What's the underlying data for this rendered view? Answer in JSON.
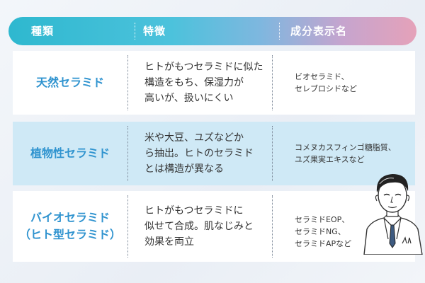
{
  "header": {
    "col1": "種類",
    "col2": "特徴",
    "col3": "成分表示名"
  },
  "rows": [
    {
      "name": "天然セラミド",
      "feature": "ヒトがもつセラミドに似た\n構造をもち、保湿力が\n高いが、扱いにくい",
      "ingredients": "ビオセラミド、\nセレブロシドなど"
    },
    {
      "name": "植物性セラミド",
      "feature": "米や大豆、ユズなどか\nら抽出。ヒトのセラミド\nとは構造が異なる",
      "ingredients": "コメヌカスフィンゴ糖脂質、\nユズ果実エキスなど"
    },
    {
      "name": "バイオセラミド\n（ヒト型セラミド）",
      "feature": "ヒトがもつセラミドに\n似せて合成。肌なじみと\n効果を両立",
      "ingredients": "セラミドEOP、\nセラミドNG、\nセラミドAPなど"
    }
  ],
  "colors": {
    "header_start": "#2eb8cf",
    "header_end": "#e5a2b9",
    "name_text": "#2f93cf",
    "highlight_row": "#cfe9f6"
  },
  "icons": {
    "illustration": "doctor-illustration"
  }
}
